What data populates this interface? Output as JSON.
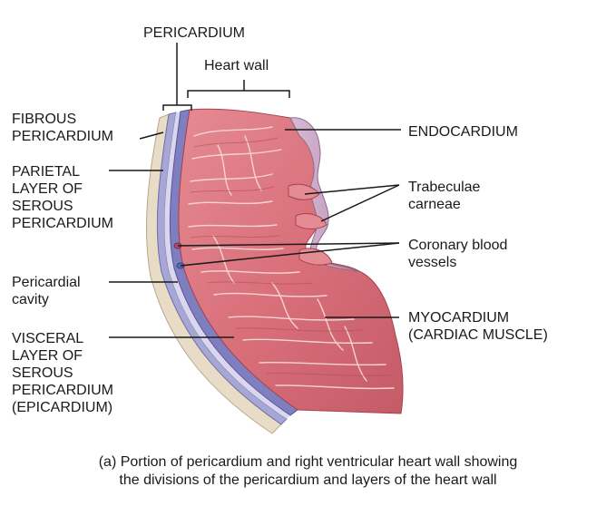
{
  "labels": {
    "pericardium": "PERICARDIUM",
    "heart_wall": "Heart wall",
    "fibrous_pericardium": [
      "FIBROUS",
      "PERICARDIUM"
    ],
    "parietal_layer": [
      "PARIETAL",
      "LAYER OF",
      "SEROUS",
      "PERICARDIUM"
    ],
    "pericardial_cavity": [
      "Pericardial",
      "cavity"
    ],
    "visceral_layer": [
      "VISCERAL",
      "LAYER OF",
      "SEROUS",
      "PERICARDIUM",
      "(EPICARDIUM)"
    ],
    "endocardium": "ENDOCARDIUM",
    "trabeculae_carneae": [
      "Trabeculae",
      "carneae"
    ],
    "coronary_blood_vessels": [
      "Coronary blood",
      "vessels"
    ],
    "myocardium": [
      "MYOCARDIUM",
      "(CARDIAC MUSCLE)"
    ]
  },
  "caption": [
    "(a) Portion of pericardium and right ventricular heart wall showing",
    "the divisions of the pericardium and layers of the heart wall"
  ],
  "colors": {
    "myocardium": "#d9707a",
    "myocardium_dark": "#b84a58",
    "endocardium": "#c9a6c8",
    "serous_layer": "#8f8fc7",
    "fibrous_layer": "#e9dcc6",
    "leader_line": "#1a1a1a"
  }
}
